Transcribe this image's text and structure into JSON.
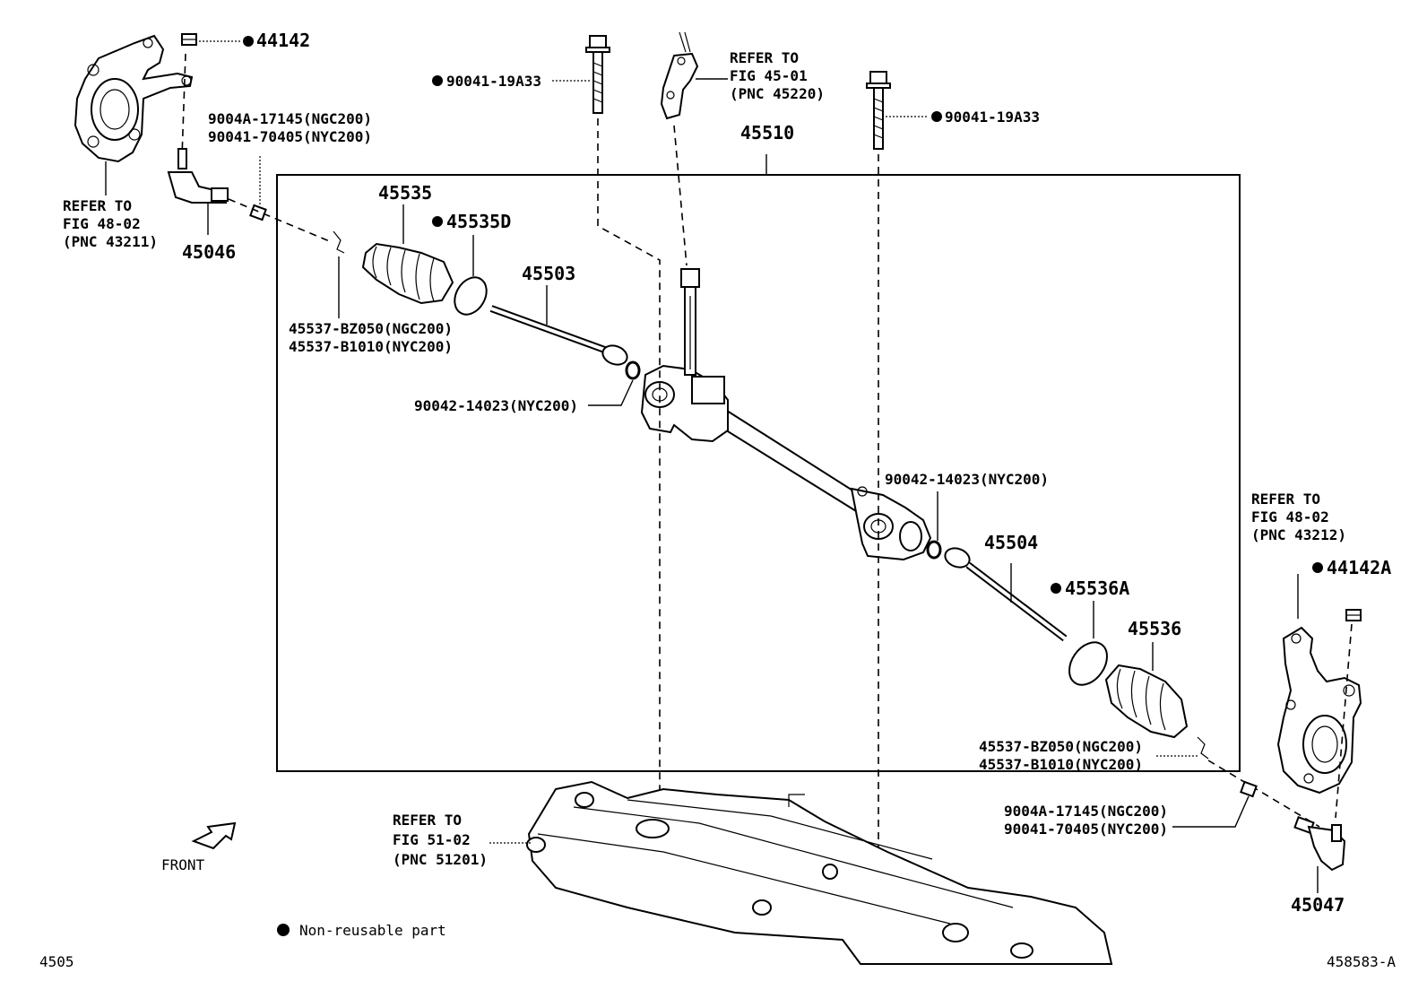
{
  "diagram": {
    "assembly_number": "45510",
    "page_code": "4505",
    "figure_code": "458583-A",
    "legend": {
      "symbol": "●",
      "text": "Non-reusable part"
    },
    "front_label": "FRONT",
    "parts": {
      "p44142": "44142",
      "p44142A": "44142A",
      "p45046": "45046",
      "p45047": "45047",
      "p45535": "45535",
      "p45535D": "45535D",
      "p45503": "45503",
      "p45504": "45504",
      "p45536": "45536",
      "p45536A": "45536A",
      "bolt_left": "90041-19A33",
      "bolt_right": "90041-19A33",
      "nut_left_ngc": "9004A-17145(NGC200)",
      "nut_left_nyc": "90041-70405(NYC200)",
      "nut_right_ngc": "9004A-17145(NGC200)",
      "nut_right_nyc": "90041-70405(NYC200)",
      "clip_left_ngc": "45537-BZ050(NGC200)",
      "clip_left_nyc": "45537-B1010(NYC200)",
      "clip_right_ngc": "45537-BZ050(NGC200)",
      "clip_right_nyc": "45537-B1010(NYC200)",
      "washer_left": "90042-14023(NYC200)",
      "washer_right": "90042-14023(NYC200)"
    },
    "references": {
      "knuckle_left": [
        "REFER TO",
        "FIG 48-02",
        "(PNC 43211)"
      ],
      "knuckle_right": [
        "REFER TO",
        "FIG 48-02",
        "(PNC 43212)"
      ],
      "steering_shaft": [
        "REFER TO",
        "FIG 45-01",
        "(PNC 45220)"
      ],
      "crossmember": [
        "REFER TO",
        "FIG 51-02",
        "(PNC 51201)"
      ]
    }
  }
}
